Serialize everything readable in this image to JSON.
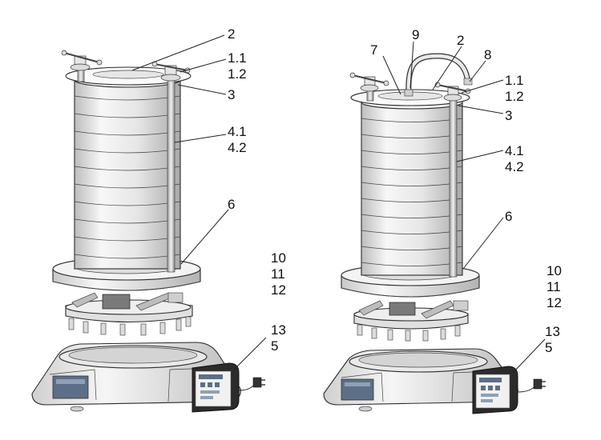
{
  "figure": {
    "left_machine": {
      "callouts": {
        "c2": "2",
        "c1_1": "1.1",
        "c1_2": "1.2",
        "c3": "3",
        "c4_1": "4.1",
        "c4_2": "4.2",
        "c6": "6",
        "c10": "10",
        "c11": "11",
        "c12": "12",
        "c13": "13",
        "c5": "5"
      }
    },
    "right_machine": {
      "callouts": {
        "c9": "9",
        "c7": "7",
        "c2": "2",
        "c8": "8",
        "c1_1": "1.1",
        "c1_2": "1.2",
        "c3": "3",
        "c4_1": "4.1",
        "c4_2": "4.2",
        "c6": "6",
        "c10": "10",
        "c11": "11",
        "c12": "12",
        "c13": "13",
        "c5": "5"
      }
    },
    "colors": {
      "metal_light": "#f4f4f4",
      "metal_mid": "#d9d9d9",
      "metal_dark": "#a8a8a8",
      "panel_dark": "#2b2b2b",
      "screen_blue": "#5c6f86"
    }
  }
}
